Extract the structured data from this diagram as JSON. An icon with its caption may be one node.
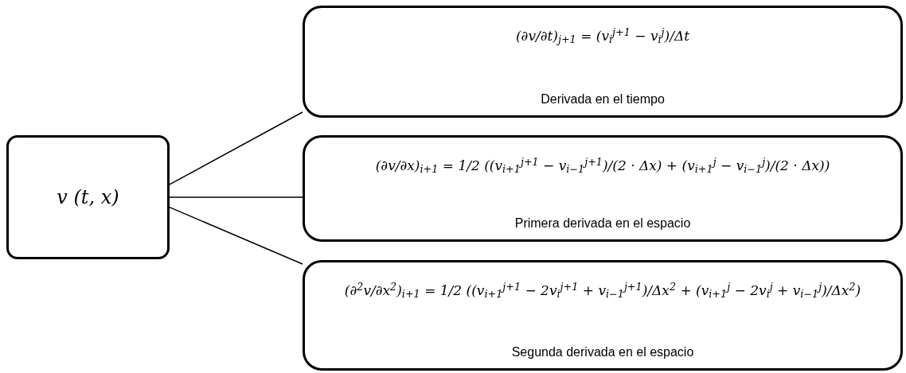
{
  "diagram": {
    "nodes": [
      {
        "text": [
          "v (t, x)"
        ]
      },
      {
        "text": [
          "(∂v/∂t)$_{j+1}$ = (v$_{i}$$^{j+1}$ − v$_{i}$$^{j}$)/Δt",
          "Derivada en el tiempo"
        ]
      },
      {
        "text": [
          "(∂v/∂x)$_{i+1}$ = 1/2 ((v$_{i+1}$$^{j+1}$ − v$_{i−1}$$^{j+1}$)/(2 · Δx) + (v$_{i+1}$$^{j}$ − v$_{i−1}$$^{j}$)/(2 · Δx))",
          "Primera derivada en el espacio"
        ]
      },
      {
        "text": [
          "(∂$^{2}$v/∂x$^{2}$)$_{i+1}$ = 1/2 ((v$_{i+1}$$^{j+1}$ − 2v$_{i}$$^{j+1}$ + v$_{i−1}$$^{j+1}$)/Δx$^{2}$ + (v$_{i+1}$$^{j}$ − 2v$_{i}$$^{j}$ + v$_{i−1}$$^{j}$)/Δx$^{2}$)",
          "Segunda derivada en el espacio"
        ]
      }
    ],
    "edges": [
      {
        "from": 0,
        "to": 1,
        "arrow": "none"
      },
      {
        "from": 0,
        "to": 2,
        "arrow": "none"
      },
      {
        "from": 0,
        "to": 3,
        "arrow": "none"
      }
    ]
  }
}
